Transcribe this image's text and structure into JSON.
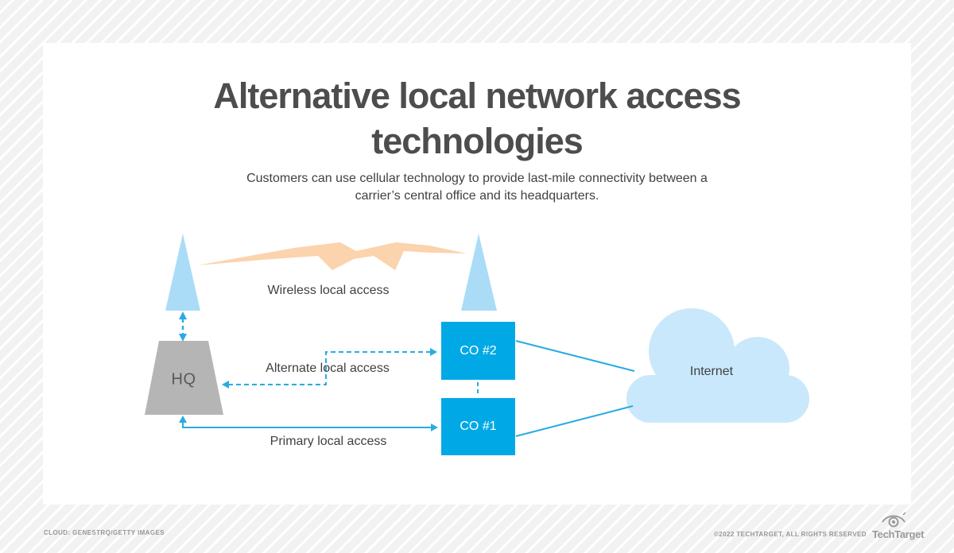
{
  "title": "Alternative local network access technologies",
  "subtitle": "Customers can use cellular technology to provide last-mile connectivity between a carrier’s central office and its headquarters.",
  "diagram": {
    "nodes": {
      "hq": "HQ",
      "co2": "CO #2",
      "co1": "CO #1",
      "internet": "Internet"
    },
    "links": {
      "wireless_label": "Wireless local access",
      "alternate_label": "Alternate local access",
      "primary_label": "Primary local access"
    },
    "icons": [
      "radio-tower-left-icon",
      "radio-tower-right-icon",
      "lightning-bolt-icon",
      "internet-cloud-icon"
    ],
    "colors": {
      "co_box_blue": "#00a9e5",
      "arrow_blue": "#29abe2",
      "tower_blue": "#aadcf7",
      "cloud_blue": "#c9e8fb",
      "bolt_peach": "#fbd3ad",
      "hq_gray": "#b5b5b6",
      "title_gray": "#4d4d4f"
    }
  },
  "footer": {
    "credit": "CLOUD: GENESTRQ/GETTY IMAGES",
    "copyright": "©2022 TECHTARGET, ALL RIGHTS RESERVED",
    "brand": "TechTarget"
  }
}
